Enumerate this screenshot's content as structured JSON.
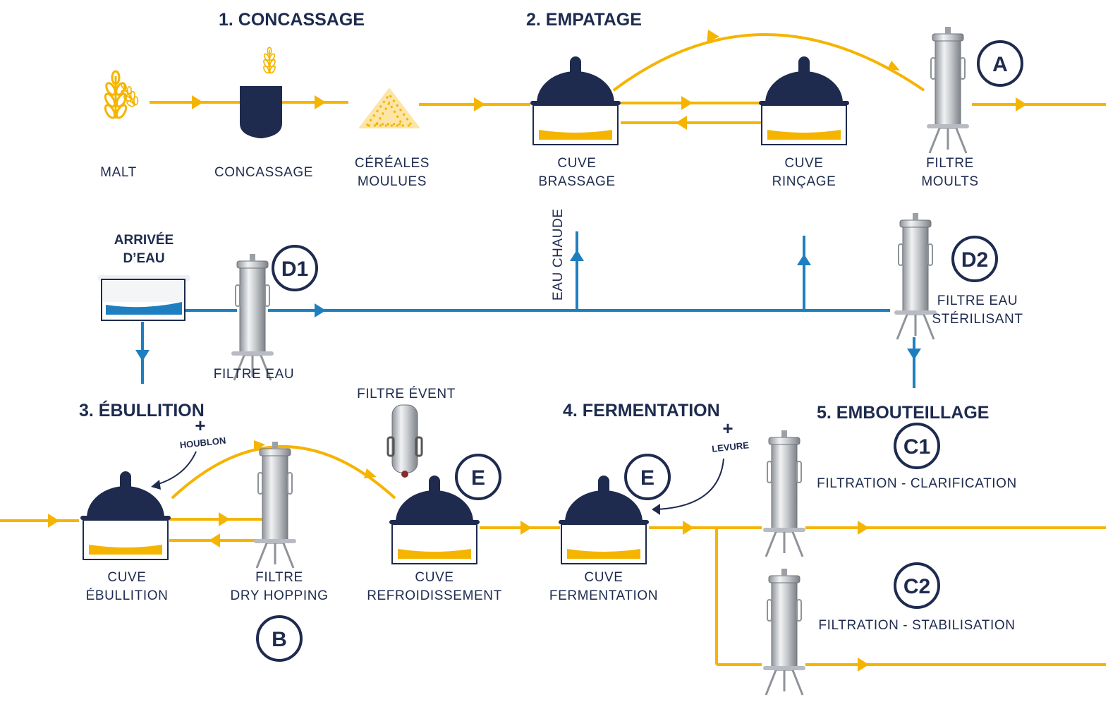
{
  "colors": {
    "navy": "#1e2b4f",
    "gold": "#f5b400",
    "blue": "#1e7fc0",
    "steel": "#b8bcc2"
  },
  "stages": {
    "concassage": "1. CONCASSAGE",
    "empatage": "2. EMPATAGE",
    "ebullition": "3. ÉBULLITION",
    "fermentation": "4. FERMENTATION",
    "embouteillage": "5. EMBOUTEILLAGE"
  },
  "row1": {
    "malt": "MALT",
    "concassage": "CONCASSAGE",
    "cereales_1": "CÉRÉALES",
    "cereales_2": "MOULUES",
    "cuve_brassage_1": "CUVE",
    "cuve_brassage_2": "BRASSAGE",
    "cuve_rincage_1": "CUVE",
    "cuve_rincage_2": "RINÇAGE",
    "filtre_moults_1": "FILTRE",
    "filtre_moults_2": "MOULTS"
  },
  "row2": {
    "arrivee_1": "ARRIVÉE",
    "arrivee_2": "D’EAU",
    "filtre_eau": "FILTRE EAU",
    "eau_chaude": "EAU CHAUDE",
    "filtre_sterilisant_1": "FILTRE EAU",
    "filtre_sterilisant_2": "STÉRILISANT"
  },
  "row3": {
    "houblon_plus": "+",
    "houblon": "HOUBLON",
    "levure_plus": "+",
    "levure": "LEVURE",
    "filtre_event": "FILTRE ÉVENT",
    "cuve_ebullition_1": "CUVE",
    "cuve_ebullition_2": "ÉBULLITION",
    "filtre_dry_1": "FILTRE",
    "filtre_dry_2": "DRY HOPPING",
    "cuve_refroid_1": "CUVE",
    "cuve_refroid_2": "REFROIDISSEMENT",
    "cuve_ferm_1": "CUVE",
    "cuve_ferm_2": "FERMENTATION",
    "filtration_clarif": "FILTRATION - CLARIFICATION",
    "filtration_stab": "FILTRATION - STABILISATION"
  },
  "badges": {
    "a": "A",
    "b": "B",
    "c1": "C1",
    "c2": "C2",
    "d1": "D1",
    "d2": "D2",
    "e": "E"
  }
}
